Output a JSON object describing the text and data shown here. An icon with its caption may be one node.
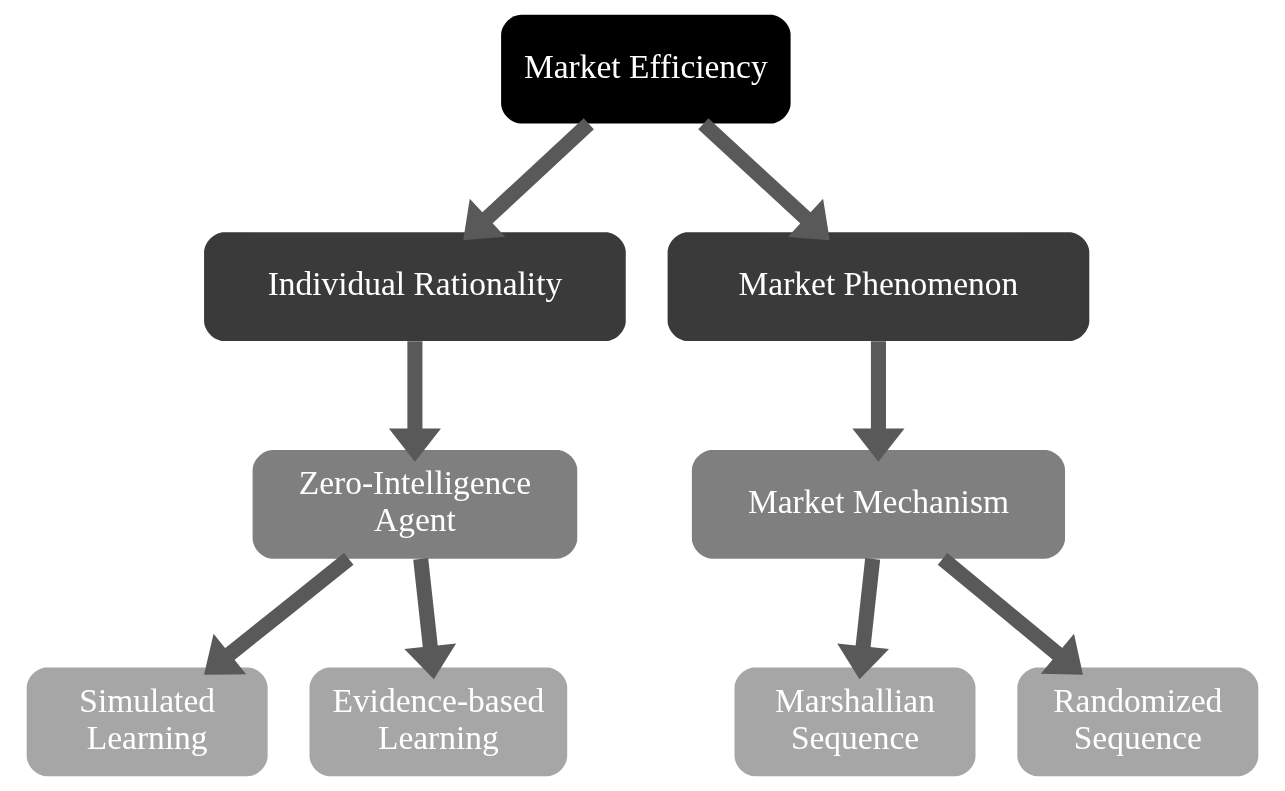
{
  "diagram": {
    "nodes": [
      {
        "text": [
          "Market Efficiency"
        ]
      },
      {
        "text": [
          "Individual Rationality"
        ]
      },
      {
        "text": [
          "Market Phenomenon"
        ]
      },
      {
        "text": [
          "Zero-Intelligence Agent"
        ]
      },
      {
        "text": [
          "Market Mechanism"
        ]
      },
      {
        "text": [
          "Simulated Learning"
        ]
      },
      {
        "text": [
          "Evidence-based Learning"
        ]
      },
      {
        "text": [
          "Marshallian Sequence"
        ]
      },
      {
        "text": [
          "Randomized Sequence"
        ]
      }
    ],
    "edges": [
      {
        "from": 0,
        "to": 1,
        "arrow": "to"
      },
      {
        "from": 0,
        "to": 2,
        "arrow": "to"
      },
      {
        "from": 1,
        "to": 3,
        "arrow": "to"
      },
      {
        "from": 2,
        "to": 4,
        "arrow": "to"
      },
      {
        "from": 3,
        "to": 5,
        "arrow": "to"
      },
      {
        "from": 3,
        "to": 6,
        "arrow": "to"
      },
      {
        "from": 4,
        "to": 7,
        "arrow": "to"
      },
      {
        "from": 4,
        "to": 8,
        "arrow": "to"
      }
    ]
  }
}
